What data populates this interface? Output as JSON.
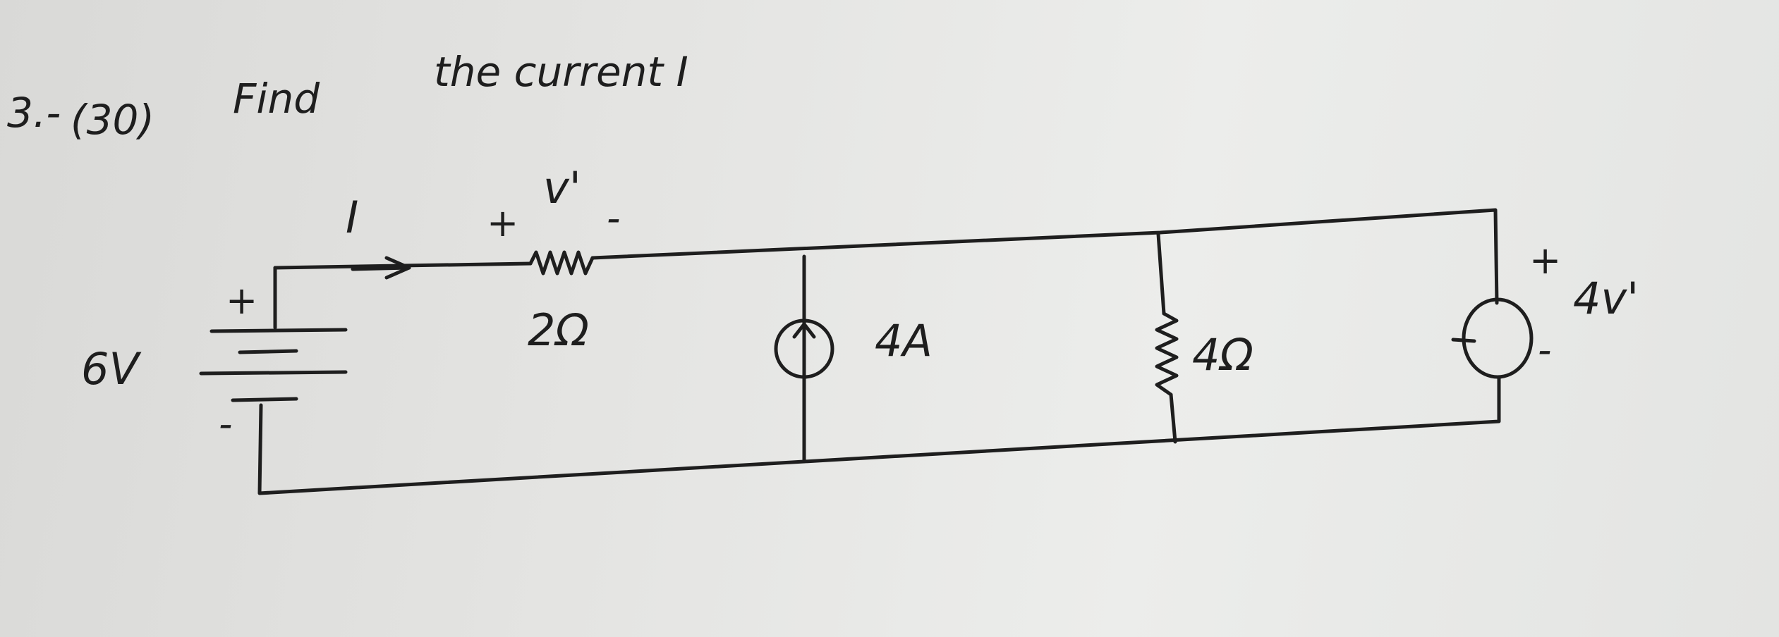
{
  "problem": {
    "number": "3.-",
    "points": "(30)",
    "statement_word1": "Find",
    "statement_rest": "the current I"
  },
  "labels": {
    "current": "I",
    "v_prime": "v'",
    "v_prime_plus": "+",
    "v_prime_minus": "-",
    "resistor_2": "2Ω",
    "source_6v": "6V",
    "source_6v_plus": "+",
    "source_6v_minus": "-",
    "current_source": "4A",
    "resistor_4": "4Ω",
    "dep_source": "4v'",
    "dep_source_plus": "+",
    "dep_source_minus": "-"
  }
}
